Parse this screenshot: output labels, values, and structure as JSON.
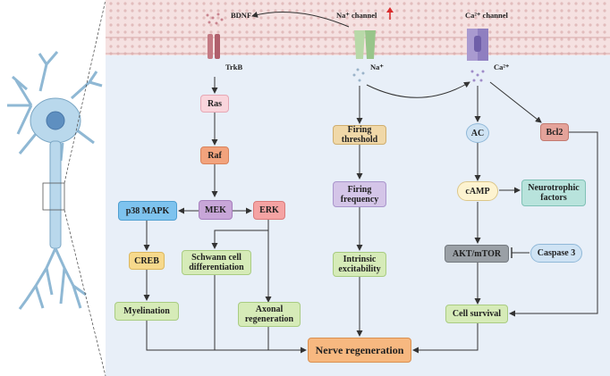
{
  "membrane_labels": {
    "bdnf": "BDNF",
    "trkb": "TrkB",
    "na_channel": "Na⁺ channel",
    "na_up_arrow": "↑",
    "na_ion": "Na⁺",
    "ca_channel": "Ca²⁺ channel",
    "ca_ion": "Ca²⁺"
  },
  "nodes": {
    "ras": "Ras",
    "raf": "Raf",
    "mek": "MEK",
    "erk": "ERK",
    "p38": "p38 MAPK",
    "creb": "CREB",
    "myelination": "Myelination",
    "schwann": "Schwann cell differentiation",
    "axonal": "Axonal regeneration",
    "firing_threshold": "Firing threshold",
    "firing_frequency": "Firing frequency",
    "intrinsic": "Intrinsic excitability",
    "ac": "AC",
    "bcl2": "Bcl2",
    "camp": "cAMP",
    "neurotrophic": "Neurotrophic factors",
    "akt": "AKT/mTOR",
    "caspase": "Caspase 3",
    "cell_survival": "Cell survival",
    "nerve_regen": "Nerve regeneration"
  },
  "colors": {
    "background": "#e8eff8",
    "membrane": "#f3dede",
    "pink": "#f9d5dc",
    "orange": "#f2a37d",
    "purple": "#c8a6d8",
    "red": "#f5a3a3",
    "blue": "#7ec3ee",
    "yellow": "#f7d98c",
    "green": "#d6ebb8",
    "tan": "#f0d8a8",
    "lavender": "#d4c5e8",
    "light_blue": "#cfe3f4",
    "rose": "#e4a39a",
    "teal": "#b8e3dc",
    "gray": "#9aa0a6",
    "nerve_orange": "#f7b880"
  }
}
